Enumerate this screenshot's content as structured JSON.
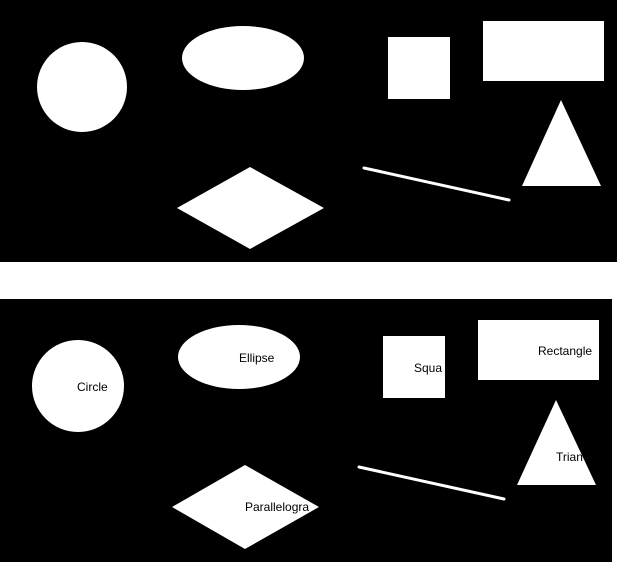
{
  "panels": [
    {
      "shapes": [
        "circle",
        "ellipse",
        "square",
        "rectangle",
        "triangle",
        "parallelogram",
        "line"
      ]
    },
    {
      "labels": {
        "circle": "Circle",
        "ellipse": "Ellipse",
        "square": "Squa",
        "rectangle": "Rectangle",
        "triangle": "Trian",
        "parallelogram": "Parallelogra"
      }
    }
  ],
  "colors": {
    "background": "#000000",
    "shape": "#ffffff",
    "label": "#000000"
  }
}
